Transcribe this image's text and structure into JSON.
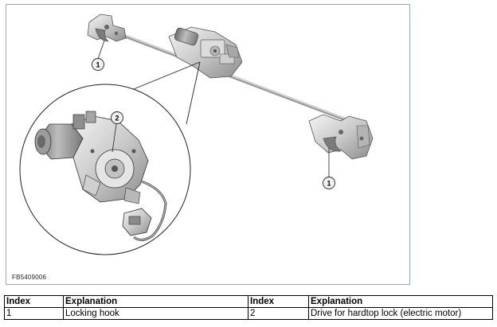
{
  "figure": {
    "id_label": "FB5409006",
    "callouts": [
      {
        "number": "1",
        "target": "left-locking-hook"
      },
      {
        "number": "2",
        "target": "electric-motor"
      },
      {
        "number": "1",
        "target": "right-locking-hook"
      }
    ]
  },
  "legend": {
    "headers": [
      "Index",
      "Explanation",
      "Index",
      "Explanation"
    ],
    "rows": [
      [
        "1",
        "Locking hook",
        "2",
        "Drive for hardtop lock (electric motor)"
      ]
    ]
  }
}
